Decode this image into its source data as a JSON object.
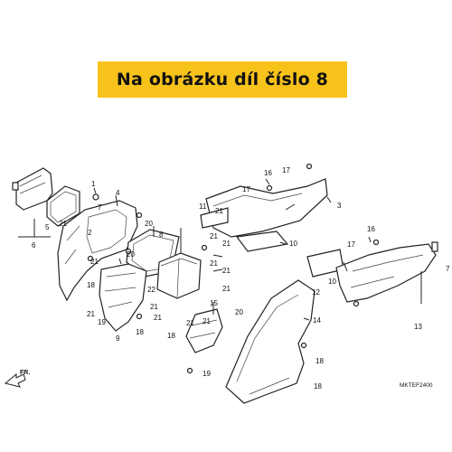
{
  "banner": {
    "text": "Na obrázku díl číslo 8",
    "background": "#f7c21a"
  },
  "diagram": {
    "code": "MKTEF2400",
    "front_label": "FR.",
    "callouts": [
      "1",
      "2",
      "3",
      "4",
      "5",
      "6",
      "7",
      "8",
      "9",
      "10",
      "11",
      "12",
      "13",
      "14",
      "15",
      "16",
      "17",
      "18",
      "19",
      "20",
      "21",
      "22"
    ]
  }
}
